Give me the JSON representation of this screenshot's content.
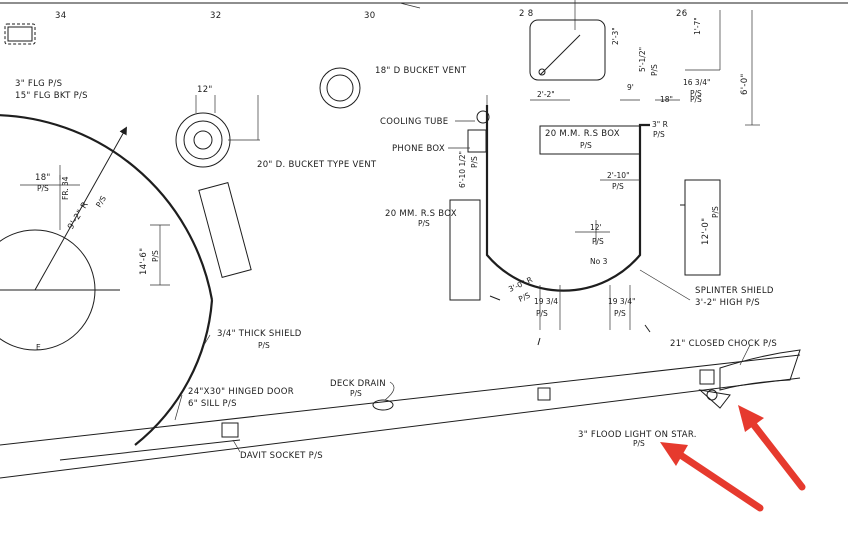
{
  "scale": {
    "t34": "34",
    "t32": "32",
    "t30": "30",
    "t28": "2 8",
    "t26": "26"
  },
  "labels": {
    "flg_ps": "3\" FLG P/S",
    "flg_bkt": "15\" FLG BKT P/S",
    "bucket_vent_18": "18\" D BUCKET VENT",
    "bucket_vent_20": "20\" D. BUCKET TYPE VENT",
    "dim_12": "12\"",
    "cooling_tube": "COOLING TUBE",
    "phone_box": "PHONE BOX",
    "mm_box_20_right": "20 M.M. R.S BOX",
    "mm_box_20_right_ps": "P/S",
    "mm_box_20_left": "20 MM. R.S BOX",
    "mm_box_20_left_ps": "P/S",
    "dim_18_ps": "18\"",
    "ps_1": "P/S",
    "fr_34": "FR. 34",
    "radius_9_2": "9'-2\" R",
    "ps_2": "P/S",
    "dim_14_6": "14'-6\"",
    "ps_3": "P/S",
    "thick_shield": "3/4\" THICK SHIELD",
    "thick_shield_ps": "P/S",
    "hinged_door": "24\"X30\" HINGED DOOR",
    "sill": "6\" SILL P/S",
    "deck_drain": "DECK DRAIN",
    "deck_drain_ps": "P/S",
    "davit_socket": "DAVIT SOCKET P/S",
    "flood_light": "3\" FLOOD LIGHT ON STAR.",
    "flood_light_ps": "P/S",
    "closed_chock": "21\" CLOSED CHOCK P/S",
    "splinter_shield": "SPLINTER SHIELD",
    "splinter_high": "3'-2\" HIGH P/S",
    "no3": "No 3",
    "dim_12_ps": "12'",
    "dim_12_ps_lbl": "P/S",
    "dim_2_10": "2'-10\"",
    "dim_2_10_ps": "P/S",
    "dim_2_2": "2'-2\"",
    "dim_9": "9'",
    "dim_18_b": "18\"",
    "dim_18_b_ps": "P/S",
    "dim_16_3_4": "16 3/4\"",
    "dim_16_ps": "P/S",
    "dim_3r": "3\" R",
    "dim_3r_ps": "P/S",
    "dim_6_0": "6'-0\"",
    "dim_1_7": "1'-7\"",
    "dim_2_3": "2'-3\"",
    "dim_5_12": "5'-1/2\"",
    "dim_5_12_ps": "P/S",
    "dim_12_0": "12'-0\"",
    "dim_12_0_ps": "P/S",
    "dim_6_10": "6'-10 1/2\"",
    "dim_6_10_ps": "P/S",
    "dim_3_0r": "3'-0\" R",
    "dim_3_0r_ps": "P/S",
    "dim_19_3_4a": "19 3/4",
    "dim_19_3_4a_ps": "P/S",
    "dim_19_3_4b": "19 3/4\"",
    "dim_19_3_4b_ps": "P/S",
    "e_mark": "E"
  },
  "colors": {
    "ink": "#1e1e1e",
    "arrow": "#e63a2e",
    "paper": "#ffffff"
  }
}
